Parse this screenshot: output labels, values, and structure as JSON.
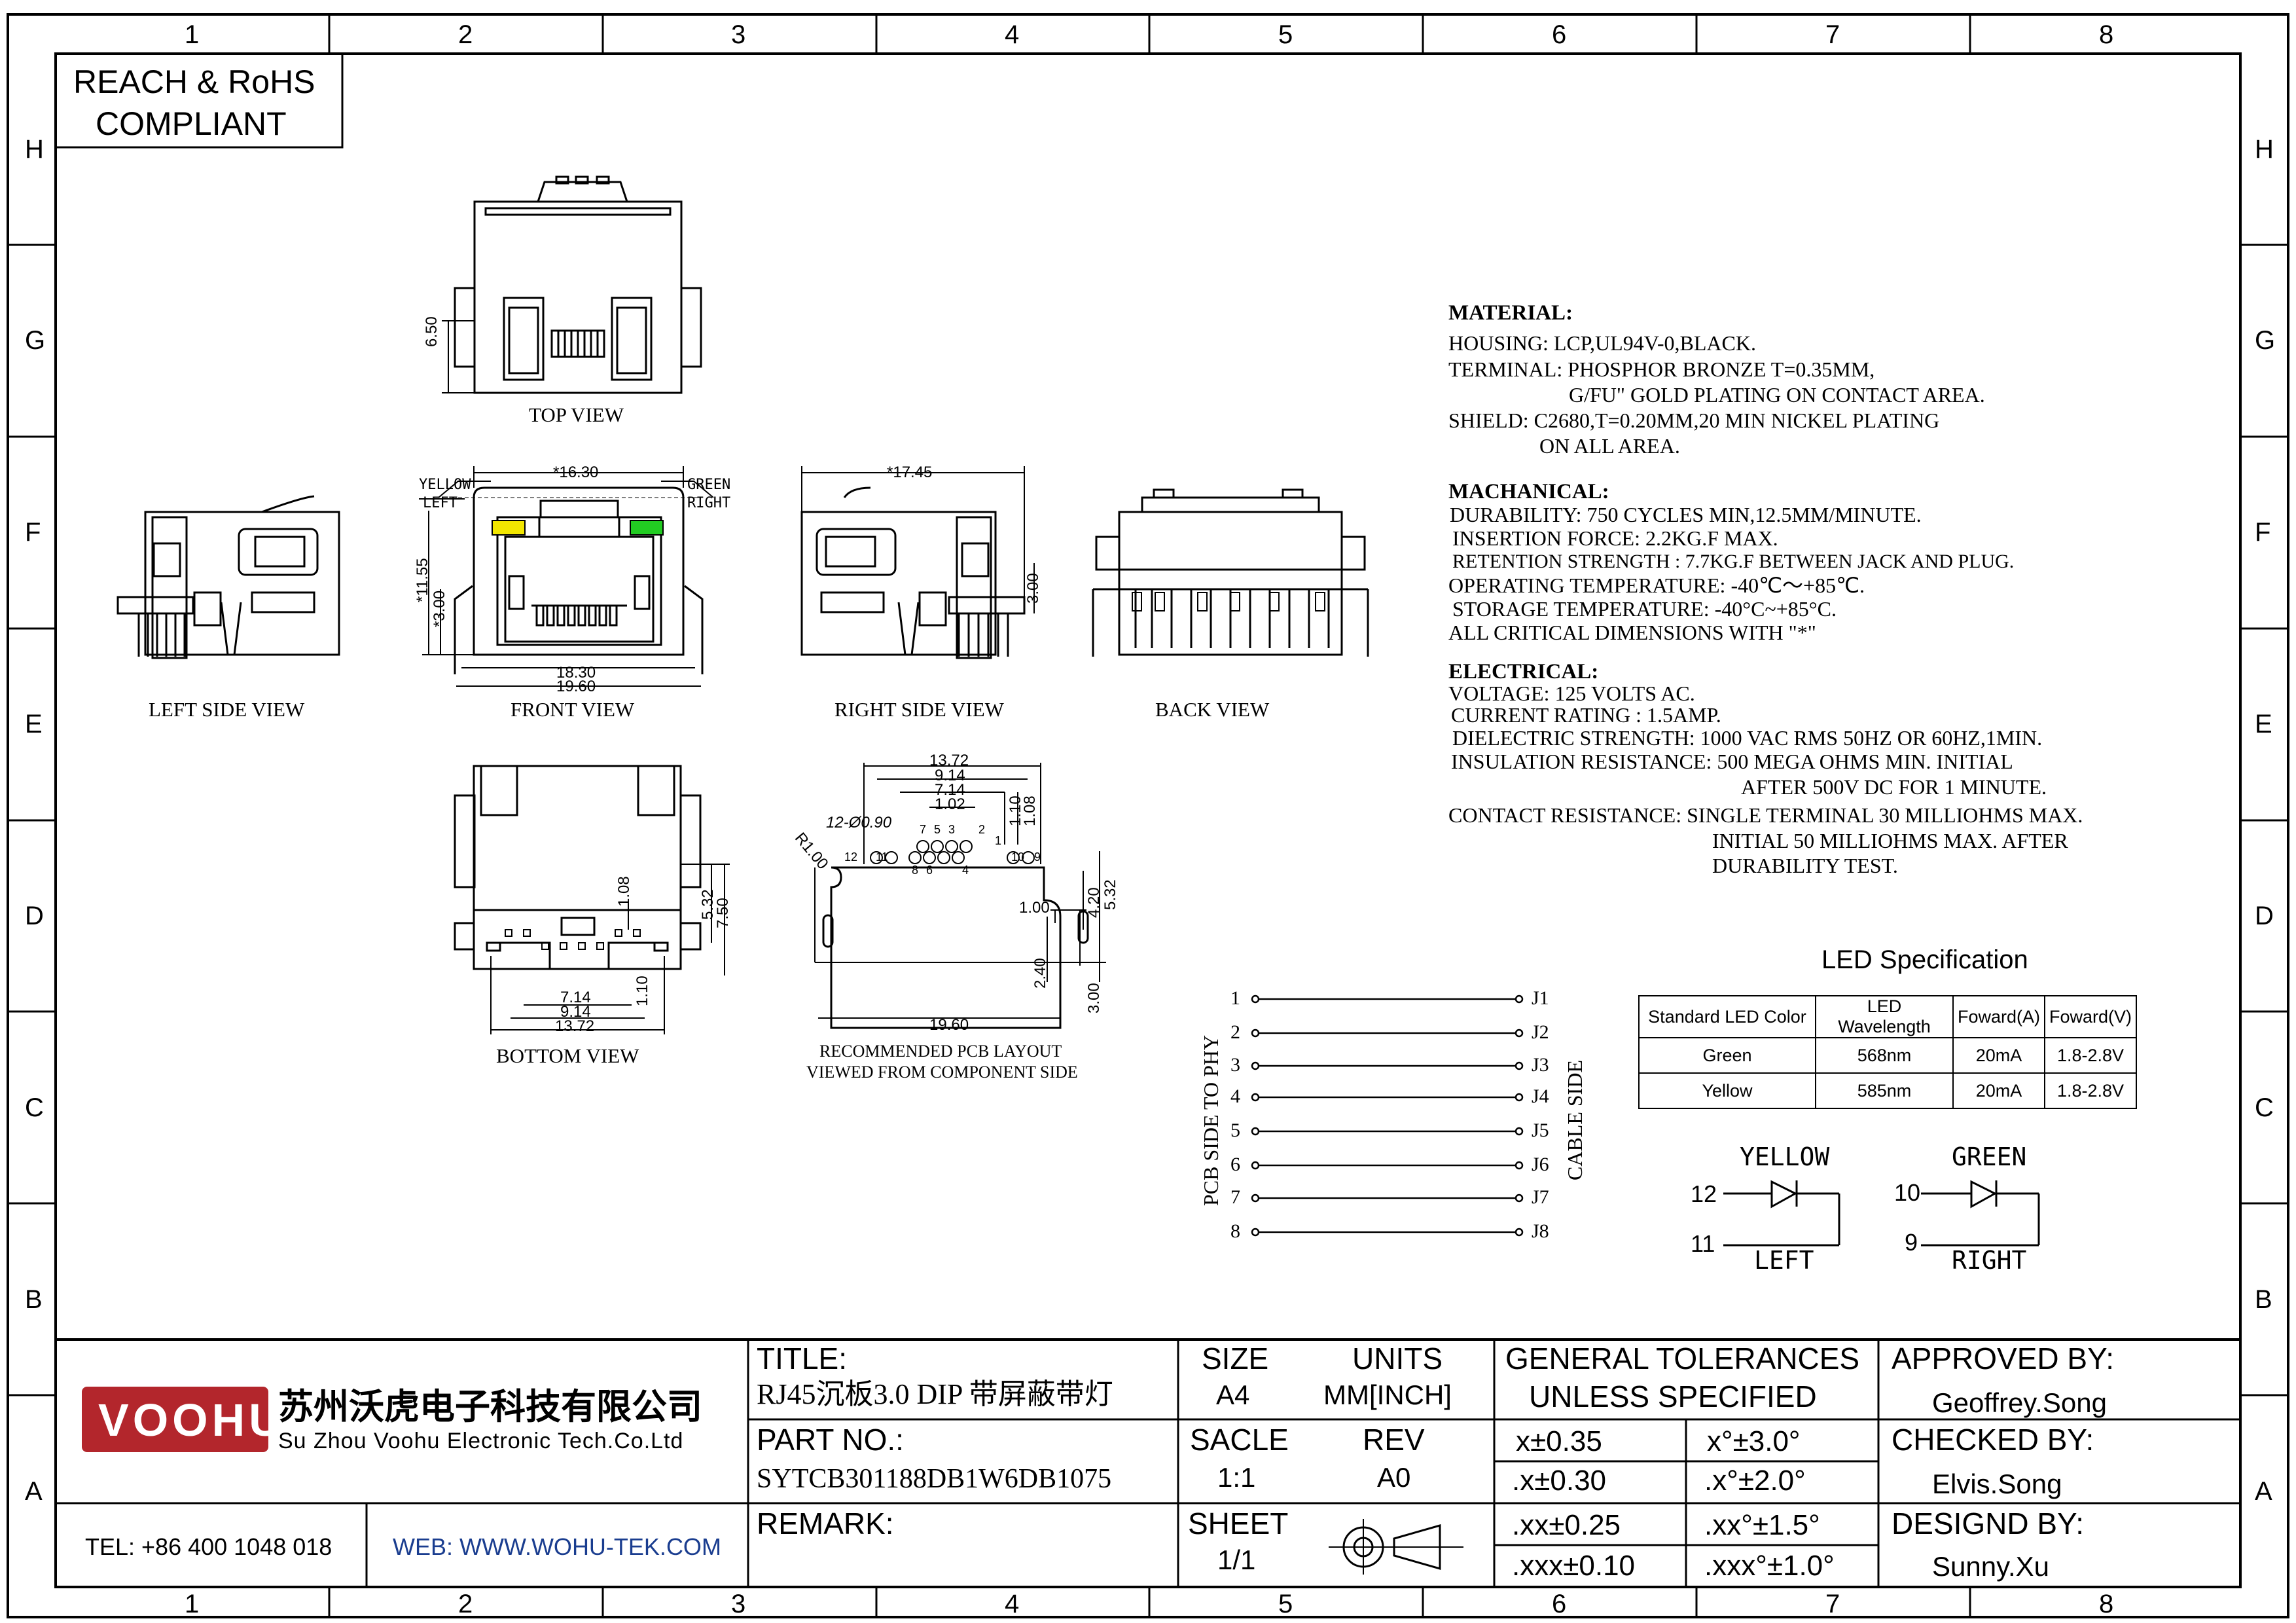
{
  "frame": {
    "columns": [
      "1",
      "2",
      "3",
      "4",
      "5",
      "6",
      "7",
      "8"
    ],
    "rows": [
      "H",
      "G",
      "F",
      "E",
      "D",
      "C",
      "B",
      "A"
    ]
  },
  "compliance": {
    "line1": "REACH & RoHS",
    "line2": "COMPLIANT"
  },
  "views": {
    "top": "TOP VIEW",
    "left_side": "LEFT SIDE VIEW",
    "front": "FRONT VIEW",
    "right_side": "RIGHT SIDE VIEW",
    "back": "BACK VIEW",
    "bottom": "BOTTOM VIEW",
    "pcb_line1": "RECOMMENDED PCB LAYOUT",
    "pcb_line2": "VIEWED FROM COMPONENT SIDE"
  },
  "dimensions": {
    "top_650": "6.50",
    "front_1630": "*16.30",
    "front_1155": "*11.55",
    "front_300": "*3.00",
    "front_1830": "18.30",
    "front_1960": "19.60",
    "front_yellow": "YELLOW",
    "front_left": "LEFT",
    "front_green": "GREEN",
    "front_right": "RIGHT",
    "right_1745": "*17.45",
    "right_300": "3.00",
    "bottom_108": "1.08",
    "bottom_532": "5.32",
    "bottom_750": "7.50",
    "bottom_714": "7.14",
    "bottom_914": "9.14",
    "bottom_1372": "13.72",
    "bottom_110": "1.10",
    "pcb_1372": "13.72",
    "pcb_914": "9.14",
    "pcb_714": "7.14",
    "pcb_102": "1.02",
    "pcb_110": "1.10",
    "pcb_108": "1.08",
    "pcb_holes": "12-Ø0.90",
    "pcb_r100": "R1.00",
    "pcb_100": "1.00",
    "pcb_420": "4.20",
    "pcb_532": "5.32",
    "pcb_240": "2.40",
    "pcb_300": "3.00",
    "pcb_1960": "19.60",
    "pcb_pins": [
      "12",
      "11",
      "8",
      "7",
      "6",
      "5",
      "4",
      "3",
      "2",
      "1",
      "10",
      "9"
    ]
  },
  "specs": {
    "material_h": "MATERIAL:",
    "material": [
      "HOUSING: LCP,UL94V-0,BLACK.",
      "TERMINAL: PHOSPHOR BRONZE T=0.35MM,",
      "G/FU\" GOLD PLATING ON CONTACT AREA.",
      "SHIELD: C2680,T=0.20MM,20 MIN NICKEL PLATING",
      "ON ALL AREA."
    ],
    "mechanical_h": "MACHANICAL:",
    "mechanical": [
      "DURABILITY: 750 CYCLES MIN,12.5MM/MINUTE.",
      "INSERTION FORCE: 2.2KG.F MAX.",
      "RETENTION STRENGTH : 7.7KG.F BETWEEN JACK AND PLUG.",
      "OPERATING TEMPERATURE: -40℃～+85℃.",
      "STORAGE TEMPERATURE: -40°C~+85°C.",
      "ALL CRITICAL DIMENSIONS WITH \"*\""
    ],
    "electrical_h": "ELECTRICAL:",
    "electrical": [
      "VOLTAGE: 125 VOLTS AC.",
      "CURRENT RATING : 1.5AMP.",
      "DIELECTRIC STRENGTH: 1000 VAC RMS 50HZ OR 60HZ,1MIN.",
      "INSULATION RESISTANCE: 500 MEGA OHMS MIN. INITIAL",
      "AFTER 500V DC FOR 1 MINUTE.",
      "CONTACT RESISTANCE: SINGLE TERMINAL 30 MILLIOHMS MAX.",
      "INITIAL 50 MILLIOHMS MAX. AFTER",
      "DURABILITY TEST."
    ]
  },
  "schematic": {
    "left_pins": [
      "1",
      "2",
      "3",
      "4",
      "5",
      "6",
      "7",
      "8"
    ],
    "right_pins": [
      "J1",
      "J2",
      "J3",
      "J4",
      "J5",
      "J6",
      "J7",
      "J8"
    ],
    "pcb_side": "PCB SIDE TO PHY",
    "cable_side": "CABLE SIDE"
  },
  "led_spec": {
    "title": "LED Specification",
    "headers": [
      "Standard LED Color",
      "LED Wavelength",
      "Foward(A)",
      "Foward(V)"
    ],
    "rows": [
      [
        "Green",
        "568nm",
        "20mA",
        "1.8-2.8V"
      ],
      [
        "Yellow",
        "585nm",
        "20mA",
        "1.8-2.8V"
      ]
    ],
    "yellow_label": "YELLOW",
    "green_label": "GREEN",
    "left_label": "LEFT",
    "right_label": "RIGHT",
    "pin12": "12",
    "pin11": "11",
    "pin10": "10",
    "pin9": "9",
    "led_green": "#22cc22",
    "led_yellow": "#f2e600"
  },
  "title_block": {
    "company_logo": "VOOHU",
    "company_cn": "苏州沃虎电子科技有限公司",
    "company_en": "Su Zhou Voohu Electronic Tech.Co.Ltd",
    "tel": "TEL: +86 400 1048 018",
    "web": "WEB: WWW.WOHU-TEK.COM",
    "title_label": "TITLE:",
    "title_value": "RJ45沉板3.0 DIP 带屏蔽带灯",
    "part_label": "PART NO.:",
    "part_value": "SYTCB301188DB1W6DB1075",
    "remark_label": "REMARK:",
    "size_label": "SIZE",
    "size_value": "A4",
    "units_label": "UNITS",
    "units_value": "MM[INCH]",
    "scale_label": "SACLE",
    "scale_value": "1:1",
    "rev_label": "REV",
    "rev_value": "A0",
    "sheet_label": "SHEET",
    "sheet_value": "1/1",
    "tol_h1": "GENERAL TOLERANCES",
    "tol_h2": "UNLESS SPECIFIED",
    "tol": [
      [
        "x±0.35",
        "x°±3.0°"
      ],
      [
        ".x±0.30",
        ".x°±2.0°"
      ],
      [
        ".xx±0.25",
        ".xx°±1.5°"
      ],
      [
        ".xxx±0.10",
        ".xxx°±1.0°"
      ]
    ],
    "approved_label": "APPROVED BY:",
    "approved_value": "Geoffrey.Song",
    "checked_label": "CHECKED BY:",
    "checked_value": "Elvis.Song",
    "design_label": "DESIGND BY:",
    "design_value": "Sunny.Xu",
    "logo_color": "#b3262c",
    "web_color": "#1a3d8f"
  }
}
